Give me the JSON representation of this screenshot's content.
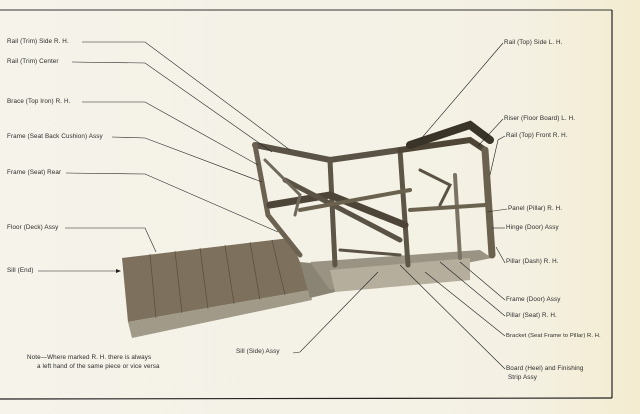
{
  "title": "Body frame parts diagram",
  "labels_left": [
    {
      "id": "rail-trim-side-rh",
      "text": "Rail (Trim) Side R. H."
    },
    {
      "id": "rail-trim-center",
      "text": "Rail (Trim) Center"
    },
    {
      "id": "brace-top-iron-rh",
      "text": "Brace (Top Iron) R. H."
    },
    {
      "id": "frame-seat-back-cushion-assy",
      "text": "Frame (Seat Back Cushion) Assy"
    },
    {
      "id": "frame-seat-rear",
      "text": "Frame (Seat) Rear"
    },
    {
      "id": "floor-deck-assy",
      "text": "Floor (Deck) Assy"
    },
    {
      "id": "sill-end",
      "text": "Sill (End)"
    }
  ],
  "labels_right": [
    {
      "id": "rail-top-side-lh",
      "text": "Rail (Top) Side L. H."
    },
    {
      "id": "riser-floor-board-lh",
      "text": "Riser (Floor Board) L. H."
    },
    {
      "id": "rail-top-front-rh",
      "text": "Rail (Top) Front R. H."
    },
    {
      "id": "panel-pillar-rh",
      "text": "Panel (Pillar) R. H."
    },
    {
      "id": "hinge-door-assy",
      "text": "Hinge (Door) Assy"
    },
    {
      "id": "pillar-dash-rh",
      "text": "Pillar (Dash) R. H."
    },
    {
      "id": "frame-door-assy",
      "text": "Frame (Door) Assy"
    },
    {
      "id": "pillar-seat-rh",
      "text": "Pillar (Seat) R. H."
    },
    {
      "id": "bracket-seat-frame-to-pillar-rh",
      "text": "Bracket (Seat Frame to Pillar) R. H."
    },
    {
      "id": "board-heel-line1",
      "text": "Board (Heel) and Finishing"
    },
    {
      "id": "board-heel-line2",
      "text": "Strip Assy"
    }
  ],
  "label_bottom": {
    "text": "Sill (Side) Assy"
  },
  "note": {
    "line1": "Note—Where marked R. H. there is always",
    "line2": "a left hand of the same piece or vice versa"
  }
}
